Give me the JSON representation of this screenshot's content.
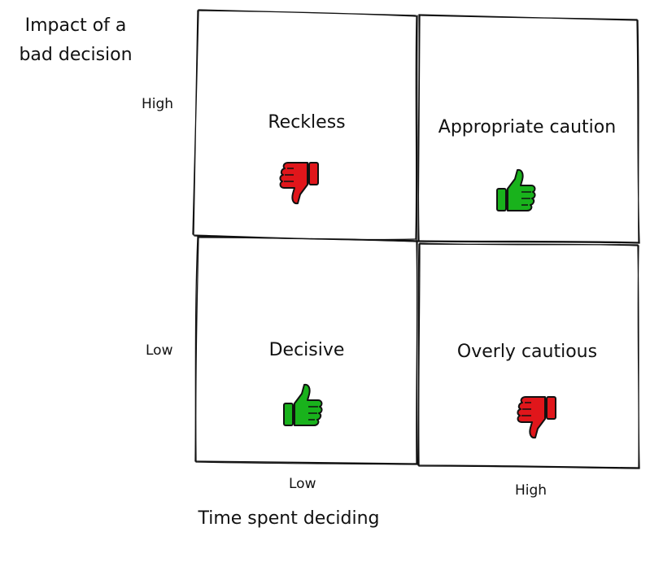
{
  "y_axis": {
    "title": "Impact of a bad decision",
    "title_line1": "Impact of a",
    "title_line2": "bad decision",
    "tick_high": "High",
    "tick_low": "Low"
  },
  "x_axis": {
    "title": "Time spent deciding",
    "tick_low": "Low",
    "tick_high": "High"
  },
  "quadrants": [
    {
      "label": "Reckless",
      "impact": "High",
      "time": "Low",
      "verdict": "thumbs-down",
      "color": "#e0161b"
    },
    {
      "label": "Appropriate caution",
      "impact": "High",
      "time": "High",
      "verdict": "thumbs-up",
      "color": "#19b21c"
    },
    {
      "label": "Decisive",
      "impact": "Low",
      "time": "Low",
      "verdict": "thumbs-up",
      "color": "#19b21c"
    },
    {
      "label": "Overly cautious",
      "impact": "Low",
      "time": "High",
      "verdict": "thumbs-down",
      "color": "#e0161b"
    }
  ],
  "colors": {
    "positive": "#19b21c",
    "negative": "#e0161b",
    "outline": "#111111"
  }
}
